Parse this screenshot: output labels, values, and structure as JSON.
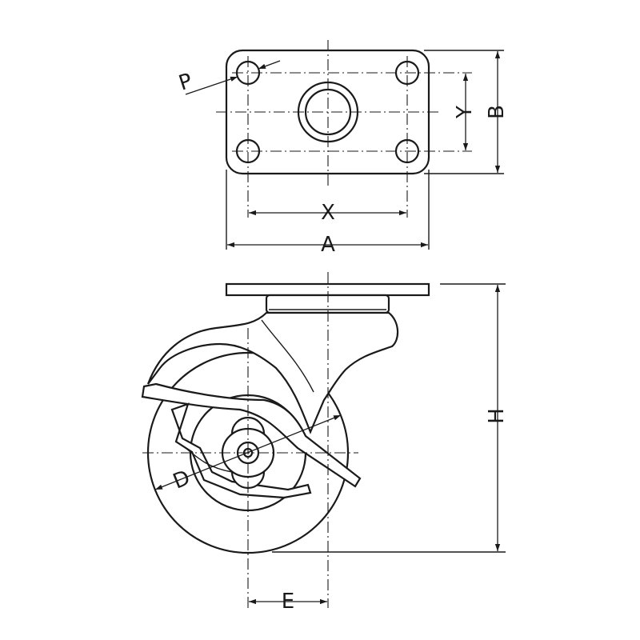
{
  "labels": {
    "P": "P",
    "Y": "Y",
    "B": "B",
    "X": "X",
    "A": "A",
    "H": "H",
    "D": "D",
    "E": "E"
  }
}
